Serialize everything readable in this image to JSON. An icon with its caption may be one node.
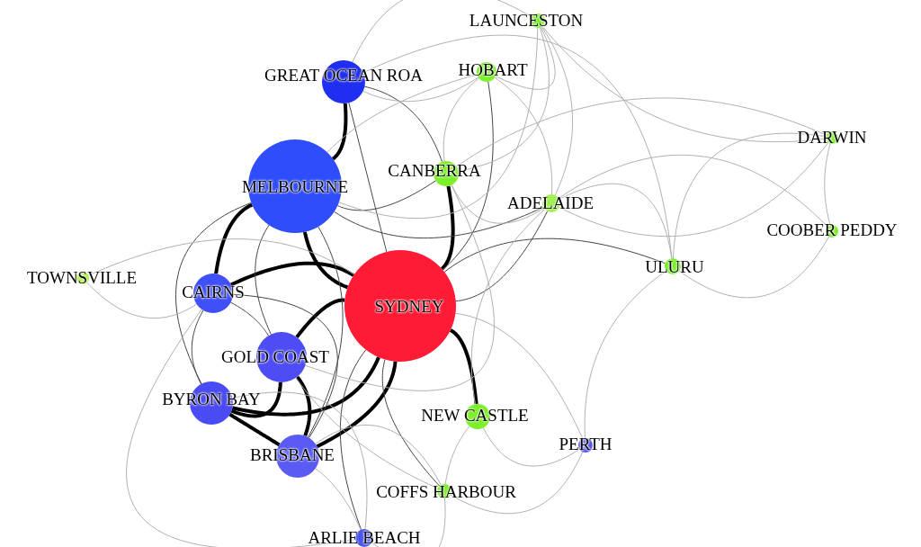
{
  "diagram": {
    "nodes": [
      {
        "text": [
          "SYDNEY"
        ]
      },
      {
        "text": [
          "MELBOURNE"
        ]
      },
      {
        "text": [
          "GREAT OCEAN ROA"
        ]
      },
      {
        "text": [
          "LAUNCESTON"
        ]
      },
      {
        "text": [
          "HOBART"
        ]
      },
      {
        "text": [
          "CANBERRA"
        ]
      },
      {
        "text": [
          "ADELAIDE"
        ]
      },
      {
        "text": [
          "DARWIN"
        ]
      },
      {
        "text": [
          "COOBER PEDDY"
        ]
      },
      {
        "text": [
          "ULURU"
        ]
      },
      {
        "text": [
          "TOWNSVILLE"
        ]
      },
      {
        "text": [
          "CAIRNS"
        ]
      },
      {
        "text": [
          "GOLD COAST"
        ]
      },
      {
        "text": [
          "BYRON BAY"
        ]
      },
      {
        "text": [
          "BRISBANE"
        ]
      },
      {
        "text": [
          "NEW CASTLE"
        ]
      },
      {
        "text": [
          "PERTH"
        ]
      },
      {
        "text": [
          "COFFS HARBOUR"
        ]
      },
      {
        "text": [
          "ARLIE BEACH"
        ]
      }
    ],
    "edges": [
      {
        "from": 0,
        "to": 1,
        "arrow": "none",
        "style": "thick",
        "color": "#000000"
      },
      {
        "from": 1,
        "to": 2,
        "arrow": "none",
        "style": "thick",
        "color": "#000000"
      },
      {
        "from": 0,
        "to": 11,
        "arrow": "none",
        "style": "thick",
        "color": "#000000"
      },
      {
        "from": 0,
        "to": 12,
        "arrow": "none",
        "style": "thick",
        "color": "#000000"
      },
      {
        "from": 0,
        "to": 13,
        "arrow": "none",
        "style": "thick",
        "color": "#000000"
      },
      {
        "from": 0,
        "to": 14,
        "arrow": "none",
        "style": "thick",
        "color": "#000000"
      },
      {
        "from": 0,
        "to": 15,
        "arrow": "none",
        "style": "thick",
        "color": "#000000"
      },
      {
        "from": 12,
        "to": 13,
        "arrow": "none",
        "style": "thick",
        "color": "#000000"
      },
      {
        "from": 12,
        "to": 14,
        "arrow": "none",
        "style": "thick",
        "color": "#000000"
      },
      {
        "from": 13,
        "to": 14,
        "arrow": "none",
        "style": "thick",
        "color": "#000000"
      },
      {
        "from": 1,
        "to": 11,
        "arrow": "none",
        "style": "thick",
        "color": "#000000"
      },
      {
        "from": 0,
        "to": 5,
        "arrow": "none",
        "style": "thick",
        "color": "#000000"
      },
      {
        "from": 0,
        "to": 2,
        "arrow": "none",
        "color": "#444444"
      },
      {
        "from": 1,
        "to": 12,
        "arrow": "none",
        "color": "#444444"
      },
      {
        "from": 1,
        "to": 13,
        "arrow": "none",
        "color": "#444444"
      },
      {
        "from": 1,
        "to": 14,
        "arrow": "none",
        "color": "#444444"
      },
      {
        "from": 11,
        "to": 12,
        "arrow": "none",
        "color": "#444444"
      },
      {
        "from": 11,
        "to": 13,
        "arrow": "none",
        "color": "#444444"
      },
      {
        "from": 11,
        "to": 14,
        "arrow": "none",
        "color": "#444444"
      },
      {
        "from": 0,
        "to": 6,
        "arrow": "none",
        "color": "#444444"
      },
      {
        "from": 0,
        "to": 9,
        "arrow": "none",
        "color": "#444444"
      },
      {
        "from": 0,
        "to": 4,
        "arrow": "none",
        "color": "#444444"
      },
      {
        "from": 0,
        "to": 18,
        "arrow": "none",
        "color": "#444444"
      },
      {
        "from": 0,
        "to": 17,
        "arrow": "none",
        "color": "#444444"
      },
      {
        "from": 1,
        "to": 5,
        "arrow": "none",
        "color": "#444444"
      },
      {
        "from": 1,
        "to": 6,
        "arrow": "none",
        "color": "#444444"
      },
      {
        "from": 2,
        "to": 5,
        "arrow": "none",
        "color": "#444444"
      },
      {
        "from": 10,
        "to": 11,
        "arrow": "none",
        "color": "#b0b0b0"
      },
      {
        "from": 10,
        "to": 0,
        "arrow": "none",
        "color": "#b0b0b0"
      },
      {
        "from": 3,
        "to": 4,
        "arrow": "none",
        "color": "#b0b0b0"
      },
      {
        "from": 3,
        "to": 5,
        "arrow": "none",
        "color": "#b0b0b0"
      },
      {
        "from": 3,
        "to": 2,
        "arrow": "none",
        "color": "#b0b0b0"
      },
      {
        "from": 3,
        "to": 6,
        "arrow": "none",
        "color": "#b0b0b0"
      },
      {
        "from": 4,
        "to": 5,
        "arrow": "none",
        "color": "#b0b0b0"
      },
      {
        "from": 4,
        "to": 6,
        "arrow": "none",
        "color": "#b0b0b0"
      },
      {
        "from": 2,
        "to": 4,
        "arrow": "none",
        "color": "#b0b0b0"
      },
      {
        "from": 6,
        "to": 9,
        "arrow": "none",
        "color": "#b0b0b0"
      },
      {
        "from": 6,
        "to": 7,
        "arrow": "none",
        "color": "#b0b0b0"
      },
      {
        "from": 7,
        "to": 9,
        "arrow": "none",
        "color": "#b0b0b0"
      },
      {
        "from": 7,
        "to": 8,
        "arrow": "none",
        "color": "#b0b0b0"
      },
      {
        "from": 8,
        "to": 9,
        "arrow": "none",
        "color": "#b0b0b0"
      },
      {
        "from": 9,
        "to": 16,
        "arrow": "none",
        "color": "#b0b0b0"
      },
      {
        "from": 7,
        "to": 5,
        "arrow": "none",
        "color": "#b0b0b0"
      },
      {
        "from": 3,
        "to": 7,
        "arrow": "none",
        "color": "#b0b0b0"
      },
      {
        "from": 8,
        "to": 6,
        "arrow": "none",
        "color": "#b0b0b0"
      },
      {
        "from": 0,
        "to": 16,
        "arrow": "none",
        "color": "#b0b0b0"
      },
      {
        "from": 15,
        "to": 16,
        "arrow": "none",
        "color": "#b0b0b0"
      },
      {
        "from": 15,
        "to": 17,
        "arrow": "none",
        "color": "#b0b0b0"
      },
      {
        "from": 17,
        "to": 18,
        "arrow": "none",
        "color": "#b0b0b0"
      },
      {
        "from": 14,
        "to": 18,
        "arrow": "none",
        "color": "#b0b0b0"
      },
      {
        "from": 13,
        "to": 18,
        "arrow": "none",
        "color": "#b0b0b0"
      },
      {
        "from": 12,
        "to": 17,
        "arrow": "none",
        "color": "#b0b0b0"
      },
      {
        "from": 14,
        "to": 17,
        "arrow": "none",
        "color": "#b0b0b0"
      },
      {
        "from": 16,
        "to": 17,
        "arrow": "none",
        "color": "#b0b0b0"
      },
      {
        "from": 5,
        "to": 6,
        "arrow": "none",
        "color": "#b0b0b0"
      },
      {
        "from": 1,
        "to": 3,
        "arrow": "none",
        "color": "#b0b0b0"
      },
      {
        "from": 1,
        "to": 4,
        "arrow": "none",
        "color": "#b0b0b0"
      },
      {
        "from": 12,
        "to": 5,
        "arrow": "none",
        "color": "#b0b0b0"
      },
      {
        "from": 15,
        "to": 6,
        "arrow": "none",
        "color": "#b0b0b0"
      },
      {
        "from": 11,
        "to": 18,
        "arrow": "none",
        "color": "#b0b0b0"
      },
      {
        "from": 2,
        "to": 9,
        "arrow": "none",
        "color": "#b0b0b0"
      }
    ]
  }
}
